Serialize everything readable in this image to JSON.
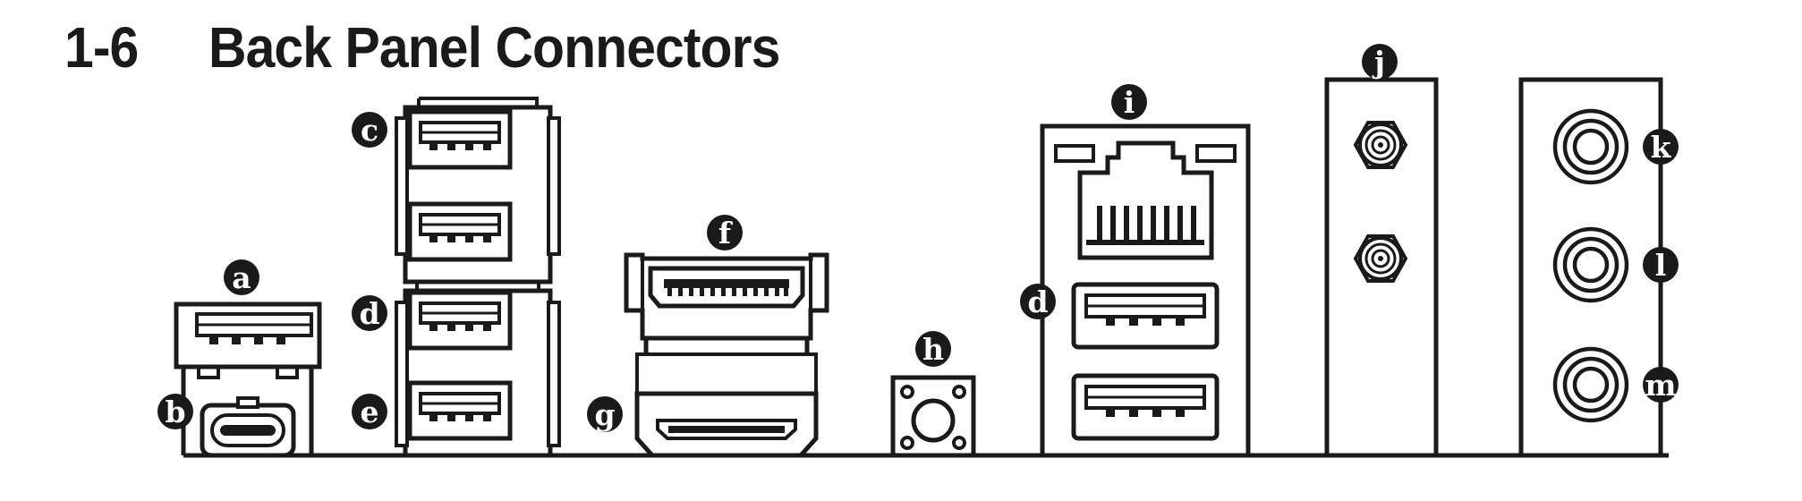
{
  "section": {
    "number": "1-6",
    "title": "Back Panel Connectors"
  },
  "labels": {
    "a": "a",
    "b": "b",
    "c": "c",
    "d": "d",
    "e": "e",
    "f": "f",
    "g": "g",
    "h": "h",
    "i": "i",
    "j": "j",
    "k": "k",
    "l": "l",
    "m": "m"
  },
  "colors": {
    "ink": "#1a1a1a",
    "paper": "#ffffff"
  }
}
